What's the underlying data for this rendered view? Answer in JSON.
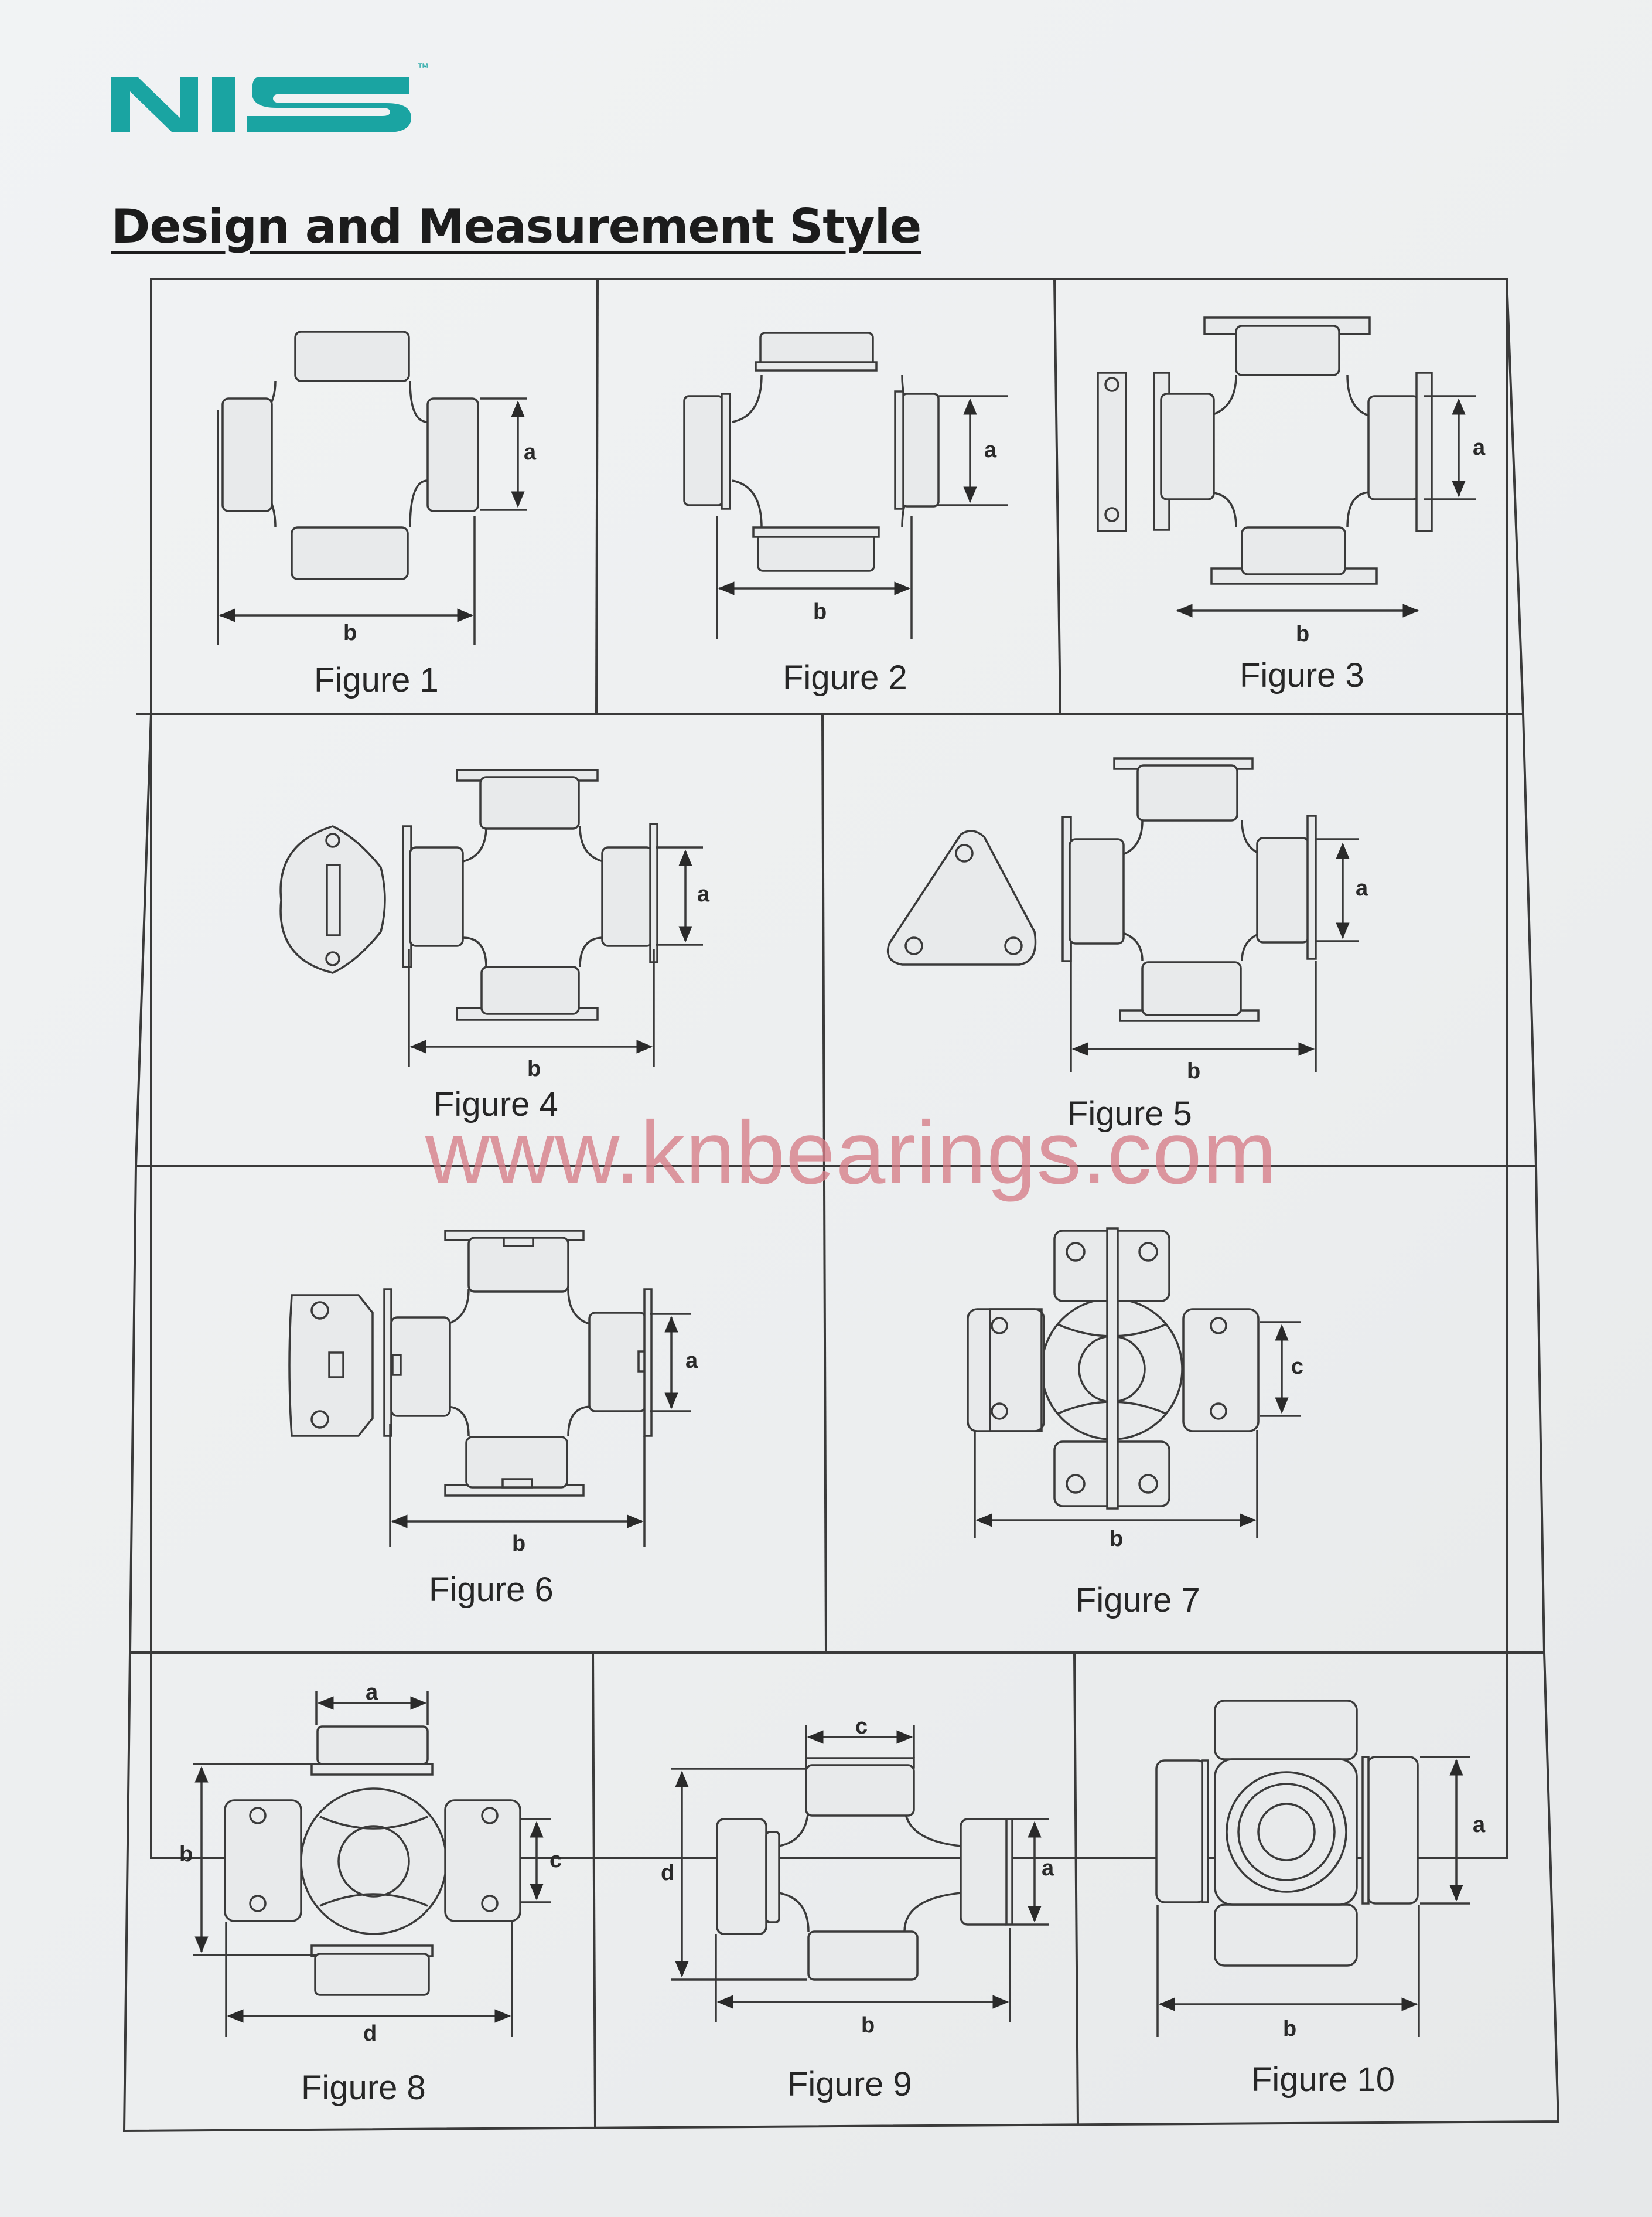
{
  "brand": {
    "name": "NIS",
    "trademark": "™",
    "color": "#1aa4a2"
  },
  "heading": "Design and Measurement Style",
  "figures": [
    {
      "caption": "Figure 1",
      "dims": [
        "a",
        "b"
      ]
    },
    {
      "caption": "Figure 2",
      "dims": [
        "a",
        "b"
      ]
    },
    {
      "caption": "Figure 3",
      "dims": [
        "a",
        "b"
      ]
    },
    {
      "caption": "Figure 4",
      "dims": [
        "a",
        "b"
      ]
    },
    {
      "caption": "Figure 5",
      "dims": [
        "a",
        "b"
      ]
    },
    {
      "caption": "Figure 6",
      "dims": [
        "a",
        "b"
      ]
    },
    {
      "caption": "Figure 7",
      "dims": [
        "c",
        "b"
      ]
    },
    {
      "caption": "Figure 8",
      "dims": [
        "a",
        "b",
        "c",
        "d"
      ]
    },
    {
      "caption": "Figure 9",
      "dims": [
        "c",
        "d",
        "a",
        "b"
      ]
    },
    {
      "caption": "Figure 10",
      "dims": [
        "a",
        "b"
      ]
    }
  ],
  "watermark": "www.knbearings.com",
  "colors": {
    "line": "#3a3a3a",
    "watermark": "#d67c86"
  }
}
